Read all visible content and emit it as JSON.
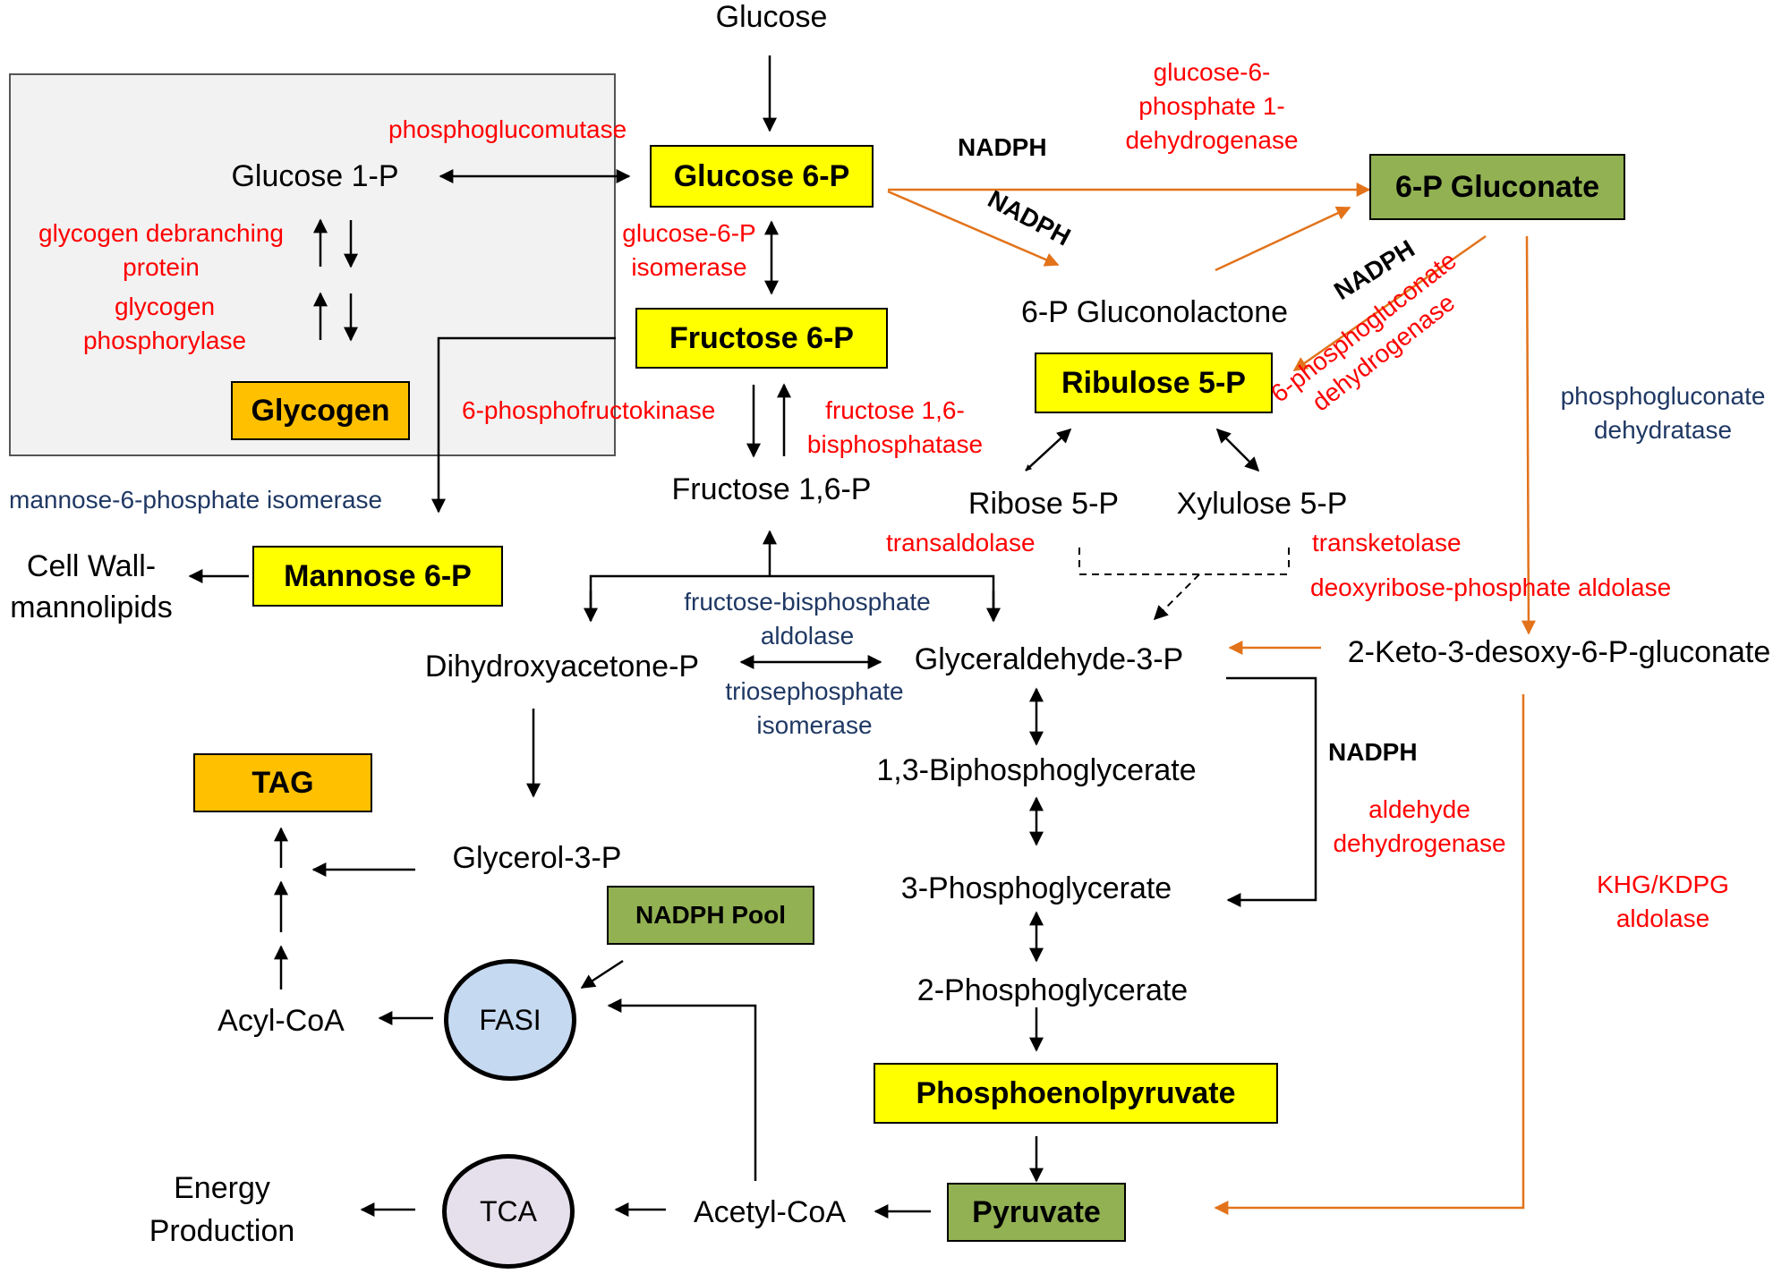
{
  "metabolites": {
    "glucose": "Glucose",
    "glucose_1p": "Glucose 1-P",
    "glucose_6p": "Glucose 6-P",
    "fructose_6p": "Fructose 6-P",
    "fructose_16p": "Fructose 1,6-P",
    "glycogen": "Glycogen",
    "mannose_6p": "Mannose 6-P",
    "cell_wall_line1": "Cell Wall-",
    "cell_wall_line2": "mannolipids",
    "gluconate_6p": "6-P Gluconate",
    "gluconolactone_6p": "6-P Gluconolactone",
    "ribulose_5p": "Ribulose 5-P",
    "ribose_5p": "Ribose 5-P",
    "xylulose_5p": "Xylulose 5-P",
    "keto_gluconate": "2-Keto-3-desoxy-6-P-gluconate",
    "dihydroxyacetone_p": "Dihydroxyacetone-P",
    "glyceraldehyde_3p": "Glyceraldehyde-3-P",
    "biphosphoglycerate": "1,3-Biphosphoglycerate",
    "phosphoglycerate_3": "3-Phosphoglycerate",
    "phosphoglycerate_2": "2-Phosphoglycerate",
    "phosphoenolpyruvate": "Phosphoenolpyruvate",
    "pyruvate": "Pyruvate",
    "acetyl_coa": "Acetyl-CoA",
    "tca": "TCA",
    "energy_line1": "Energy",
    "energy_line2": "Production",
    "tag": "TAG",
    "glycerol_3p": "Glycerol-3-P",
    "acyl_coa": "Acyl-CoA",
    "fasi": "FASI",
    "nadph_pool": "NADPH Pool"
  },
  "enzymes": {
    "phosphoglucomutase": "phosphoglucomutase",
    "debranching_line1": "glycogen debranching",
    "debranching_line2": "protein",
    "phosphorylase_line1": "glycogen",
    "phosphorylase_line2": "phosphorylase",
    "g6p_isomerase_line1": "glucose-6-P",
    "g6p_isomerase_line2": "isomerase",
    "phosphofructokinase": "6-phosphofructokinase",
    "fbpase_line1": "fructose 1,6-",
    "fbpase_line2": "bisphosphatase",
    "mannose_isomerase": "mannose-6-phosphate isomerase",
    "g6pdh_line1": "glucose-6-",
    "g6pdh_line2": "phosphate 1-",
    "g6pdh_line3": "dehydrogenase",
    "pgdh_line1": "6-phosphogluconate",
    "pgdh_line2": "dehydrogenase",
    "pg_dehydratase_line1": "phosphogluconate",
    "pg_dehydratase_line2": "dehydratase",
    "transaldolase": "transaldolase",
    "transketolase": "transketolase",
    "deoxyribose_aldolase": "deoxyribose-phosphate aldolase",
    "fba_line1": "fructose-bisphosphate",
    "fba_line2": "aldolase",
    "tpi_line1": "triosephosphate",
    "tpi_line2": "isomerase",
    "aldh_line1": "aldehyde",
    "aldh_line2": "dehydrogenase",
    "khg_line1": "KHG/KDPG",
    "khg_line2": "aldolase"
  },
  "cofactors": {
    "nadph_1": "NADPH",
    "nadph_2": "NADPH",
    "nadph_3": "NADPH",
    "nadph_4": "NADPH"
  },
  "colors": {
    "enzyme_red": "#ff0000",
    "enzyme_blue": "#1f3864",
    "box_yellow": "#ffff00",
    "box_orange": "#ffc000",
    "box_green": "#92b153",
    "arrow_orange": "#e2731b",
    "fasi_fill": "#c5d9f1",
    "tca_fill": "#e6e0ec",
    "panel_gray": "#f2f2f2"
  }
}
